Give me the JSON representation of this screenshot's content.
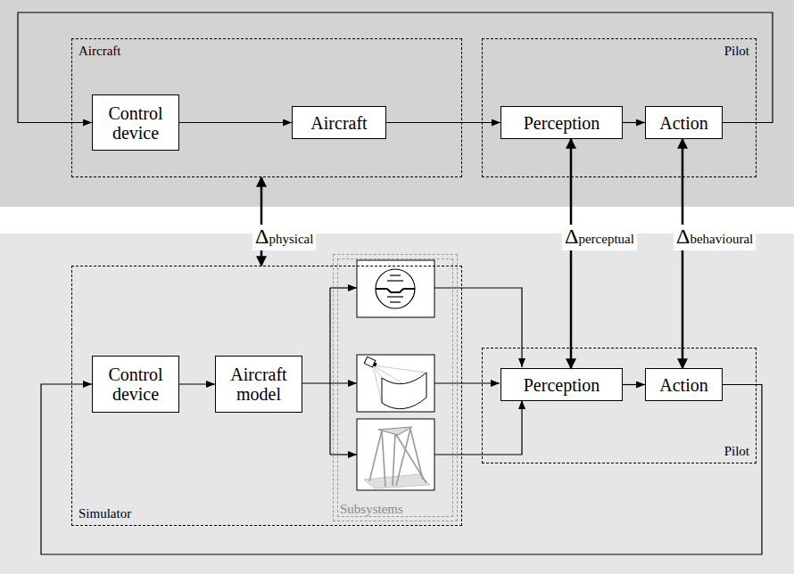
{
  "diagram": {
    "nodes": [
      {
        "text": [
          "Aircraft"
        ]
      },
      {
        "text": [
          "Control device"
        ],
        "in": 0
      },
      {
        "text": [
          "Aircraft"
        ],
        "in": 0
      },
      {
        "text": [
          "Pilot"
        ]
      },
      {
        "text": [
          "Perception"
        ],
        "in": 3
      },
      {
        "text": [
          "Action"
        ],
        "in": 3
      },
      {
        "text": [
          "Simulator"
        ]
      },
      {
        "text": [
          "Control device"
        ],
        "in": 6
      },
      {
        "text": [
          "Aircraft model"
        ],
        "in": 6
      },
      {
        "text": [
          "Subsystems"
        ],
        "in": 6
      },
      {
        "text": [
          "Pilot"
        ]
      },
      {
        "text": [
          "Perception"
        ],
        "in": 10
      },
      {
        "text": [
          "Action"
        ],
        "in": 10
      }
    ],
    "edges": [
      {
        "from": 1,
        "to": 2,
        "arrow": "to"
      },
      {
        "from": 2,
        "to": 4,
        "arrow": "to"
      },
      {
        "from": 4,
        "to": 5,
        "arrow": "to"
      },
      {
        "from": 5,
        "to": 1,
        "arrow": "to"
      },
      {
        "from": 0,
        "to": 6,
        "label": "Δphysical",
        "arrow": "both"
      },
      {
        "from": 4,
        "to": 11,
        "label": "Δperceptual",
        "arrow": "both"
      },
      {
        "from": 5,
        "to": 12,
        "label": "Δbehavioural",
        "arrow": "both"
      },
      {
        "from": 7,
        "to": 8,
        "arrow": "to"
      },
      {
        "from": 11,
        "to": 12,
        "arrow": "to"
      },
      {
        "from": 12,
        "to": 7,
        "arrow": "to"
      }
    ]
  }
}
